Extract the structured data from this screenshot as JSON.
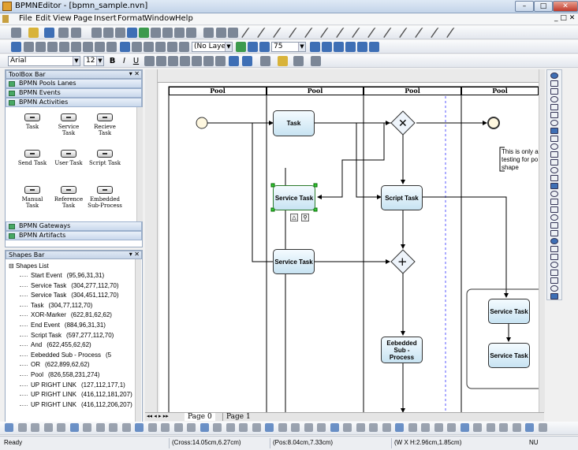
{
  "window": {
    "title": "BPMNEditor - [bpmn_sample.nvn]",
    "min": "–",
    "max": "□",
    "close": "✕"
  },
  "menu": [
    "File",
    "Edit",
    "View",
    "Page",
    "Insert",
    "Format",
    "Window",
    "Help"
  ],
  "format": {
    "layer": "(No Layer)",
    "zoom": "75",
    "font": "Arial",
    "size": "12",
    "bold": "B",
    "italic": "I",
    "underline": "U"
  },
  "toolbox": {
    "title": "ToolBox Bar",
    "categories": {
      "pools": "BPMN Pools Lanes",
      "events": "BPMN Events",
      "activities": "BPMN Activities",
      "gateways": "BPMN Gateways",
      "artifacts": "BPMN Artifacts"
    },
    "tools": [
      "Task",
      "Service Task",
      "Recieve Task",
      "Send Task",
      "User Task",
      "Script Task",
      "Manual Task",
      "Reference Task",
      "Embedded Sub-Process"
    ]
  },
  "shapes": {
    "title": "Shapes Bar",
    "list_title": "Shapes List",
    "items": [
      {
        "name": "Start Event",
        "coords": "(95,96,31,31)"
      },
      {
        "name": "Service Task",
        "coords": "(304,277,112,70)"
      },
      {
        "name": "Service Task",
        "coords": "(304,451,112,70)"
      },
      {
        "name": "Task",
        "coords": "(304,77,112,70)"
      },
      {
        "name": "XOR-Marker",
        "coords": "(622,81,62,62)"
      },
      {
        "name": "End Event",
        "coords": "(884,96,31,31)"
      },
      {
        "name": "Script Task",
        "coords": "(597,277,112,70)"
      },
      {
        "name": "And",
        "coords": "(622,455,62,62)"
      },
      {
        "name": "Eebedded Sub - Process",
        "coords": "(5"
      },
      {
        "name": "OR",
        "coords": "(622,899,62,62)"
      },
      {
        "name": "Pool",
        "coords": "(826,558,231,274)"
      },
      {
        "name": "UP RIGHT LINK",
        "coords": "(127,112,177,1)"
      },
      {
        "name": "UP RIGHT LINK",
        "coords": "(416,112,181,207)"
      },
      {
        "name": "UP RIGHT LINK",
        "coords": "(416,112,206,207)"
      }
    ]
  },
  "diagram": {
    "pools": [
      "Pool",
      "Pool",
      "Pool",
      "Pool"
    ],
    "task": "Task",
    "service1": "Service Task",
    "service2": "Service Task",
    "script": "Script Task",
    "subprocess": "Eebedded Sub - Process",
    "service3": "Service Task",
    "service4": "Service Task",
    "note": "This is only a testing for po shape"
  },
  "tabs": {
    "page0": "Page  0",
    "page1": "Page  1"
  },
  "status": {
    "ready": "Ready",
    "cross": "(Cross:14.05cm,6.27cm)",
    "pos": "(Pos:8.04cm,7.33cm)",
    "size": "(W X H:2.96cm,1.85cm)",
    "mode": "NU"
  }
}
